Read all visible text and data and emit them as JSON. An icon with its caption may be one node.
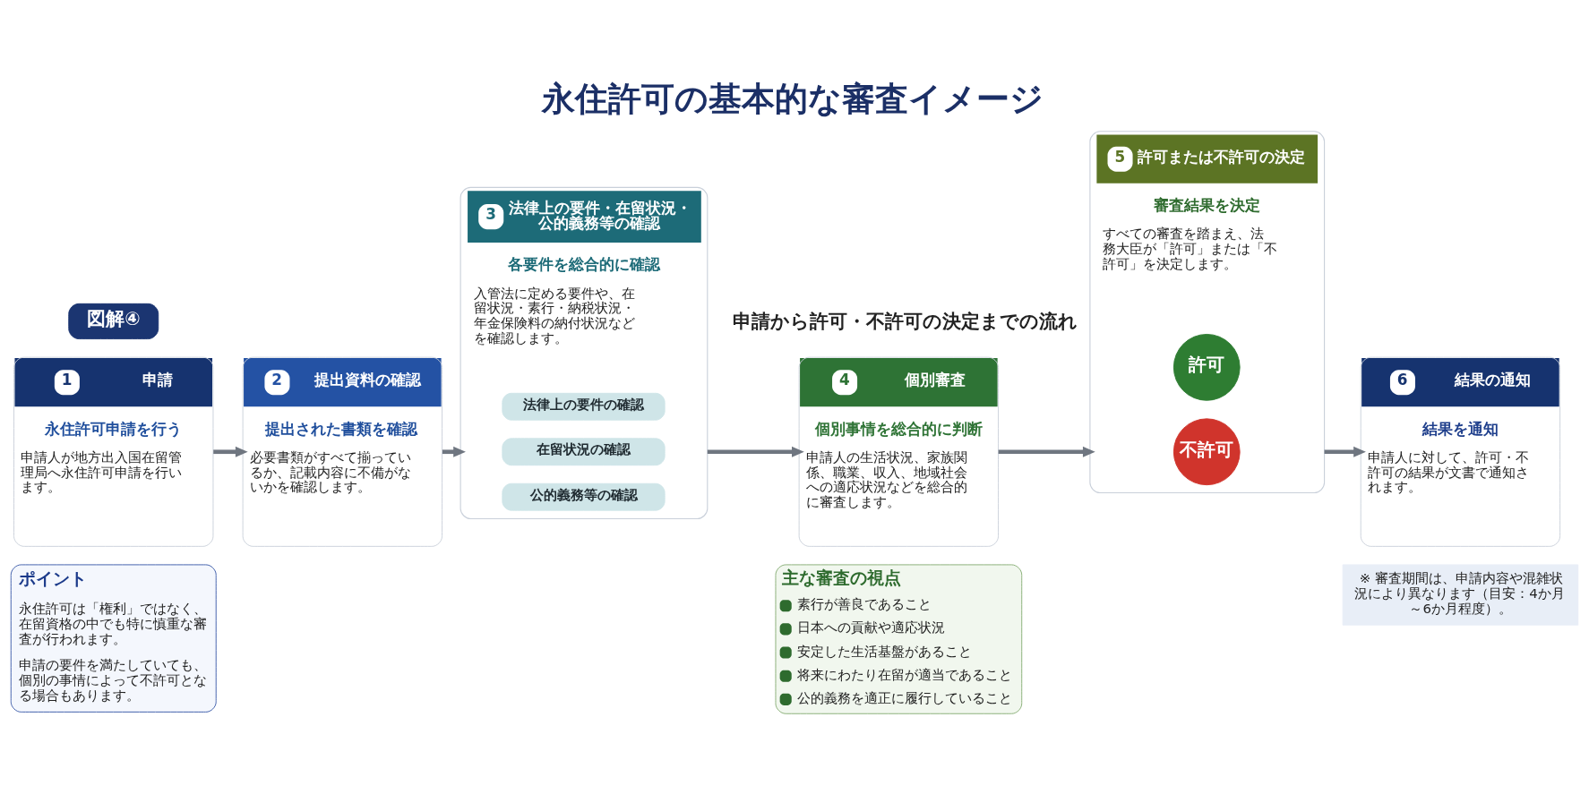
{
  "diagram": {
    "title": "永住許可の基本的な審査イメージ",
    "nodes": [
      {
        "text": [
          "図解④"
        ]
      },
      {
        "text": [
          "1",
          "申請",
          "永住許可申請を行う",
          "申請人が地方出入国在留管理局へ永住許可申請を行います。"
        ]
      },
      {
        "text": [
          "2",
          "提出資料の確認",
          "提出された書類を確認",
          "必要書類がすべて揃っているか、記載内容に不備がないかを確認します。"
        ]
      },
      {
        "text": [
          "3",
          "法律上の要件・在留状況・公的義務等の確認",
          "各要件を総合的に確認",
          "入管法に定める要件や、在留状況・素行・納税状況・年金保険料の納付状況などを確認します。"
        ]
      },
      {
        "text": [
          "法律上の要件の確認"
        ],
        "in": 3
      },
      {
        "text": [
          "在留状況の確認"
        ],
        "in": 3
      },
      {
        "text": [
          "公的義務等の確認"
        ],
        "in": 3
      },
      {
        "text": [
          "4",
          "個別審査",
          "個別事情を総合的に判断",
          "申請人の生活状況、家族関係、職業、収入、地域社会への適応状況などを総合的に審査します。"
        ]
      },
      {
        "text": [
          "5",
          "許可または不許可の決定",
          "審査結果を決定",
          "すべての審査を踏まえ、法務大臣が「許可」または「不許可」を決定します。"
        ]
      },
      {
        "text": [
          "許可"
        ],
        "in": 8
      },
      {
        "text": [
          "不許可"
        ],
        "in": 8
      },
      {
        "text": [
          "6",
          "結果の通知",
          "結果を通知",
          "申請人に対して、許可・不許可の結果が文書で通知されます。"
        ]
      },
      {
        "text": [
          "ポイント",
          "永住許可は「権利」ではなく、在留資格の中でも特に慎重な審査が行われます。",
          "申請の要件を満たしていても、個別の事情によって不許可となる場合もあります。"
        ]
      },
      {
        "text": [
          "主な審査の視点",
          "素行が善良であること",
          "日本への貢献や適応状況",
          "安定した生活基盤があること",
          "将来にわたり在留が適当であること",
          "公的義務を適正に履行していること"
        ]
      },
      {
        "text": [
          "※ 審査期間は、申請内容や混雑状況により異なります（目安：4か月～6か月程度）。"
        ]
      }
    ],
    "edges": [
      {
        "from": 1,
        "to": 2,
        "arrow": "to"
      },
      {
        "from": 2,
        "to": 3,
        "arrow": "to"
      },
      {
        "from": 3,
        "to": 7,
        "arrow": "to"
      },
      {
        "from": 7,
        "to": 8,
        "arrow": "to"
      },
      {
        "from": 8,
        "to": 11,
        "arrow": "to"
      }
    ],
    "labels": [
      "申請から許可・不許可の決定までの流れ"
    ]
  }
}
